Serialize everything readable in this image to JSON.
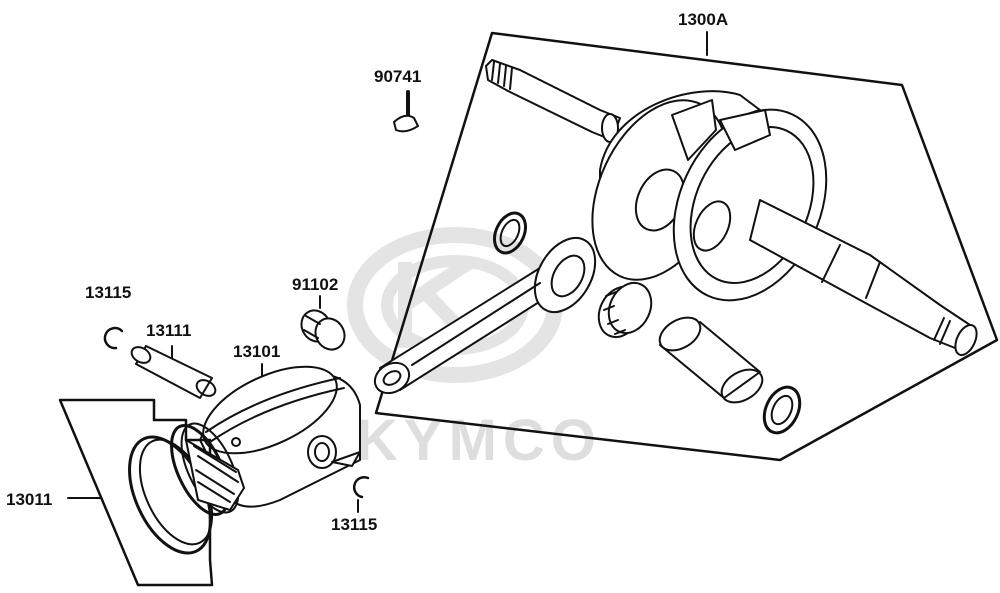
{
  "watermark": {
    "brand": "KYMCO"
  },
  "callouts": {
    "crankshaft_assy": "1300A",
    "woodruff_key": "90741",
    "needle_bearing": "91102",
    "piston_pin_clip_top": "13115",
    "piston_pin": "13111",
    "piston": "13101",
    "piston_ring_set": "13011",
    "piston_pin_clip_bottom": "13115"
  },
  "colors": {
    "line": "#111111",
    "watermark": "#dedede",
    "background": "#ffffff"
  }
}
